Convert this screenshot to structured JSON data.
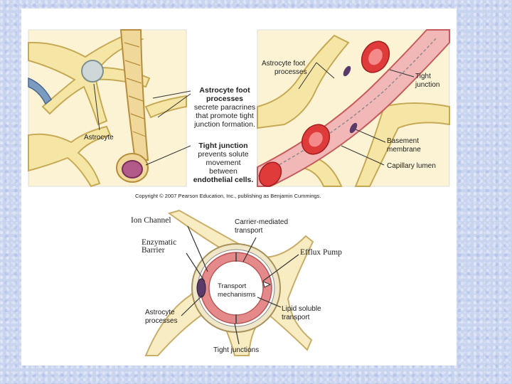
{
  "top_left": {
    "astrocyte_label": "Astrocyte",
    "callout_foot": [
      "Astrocyte foot",
      "processes",
      "secrete paracrines",
      "that promote tight",
      "junction formation."
    ],
    "callout_tight": [
      "Tight junction",
      "prevents solute",
      "movement",
      "between",
      "endothelial cells."
    ]
  },
  "top_right": {
    "foot_processes": [
      "Astrocyte foot",
      "processes"
    ],
    "tight_junction": [
      "Tight",
      "junction"
    ],
    "basement_membrane": [
      "Basement",
      "membrane"
    ],
    "capillary_lumen": "Capillary lumen"
  },
  "copyright": "Copyright © 2007 Pearson Education, Inc., publishing as Benjamin Cummings.",
  "bottom": {
    "ion_channel": "Ion Channel",
    "enzymatic_barrier": [
      "Enzymatic",
      "Barrier"
    ],
    "efflux_pump": "Efflux Pump",
    "carrier_mediated": [
      "Carrier-mediated",
      "transport"
    ],
    "transport_mechanisms": [
      "Transport",
      "mechanisms"
    ],
    "lipid_soluble": [
      "Lipid soluble",
      "transport"
    ],
    "astrocyte_processes": [
      "Astrocyte",
      "processes"
    ],
    "tight_junctions": "Tight junctions"
  },
  "colors": {
    "astro_fill": "#f6e6a6",
    "astro_stroke": "#c6a955",
    "vessel_red": "#e35a5a",
    "vessel_pink": "#f2b8b8",
    "rbc": "#e03b3b"
  }
}
